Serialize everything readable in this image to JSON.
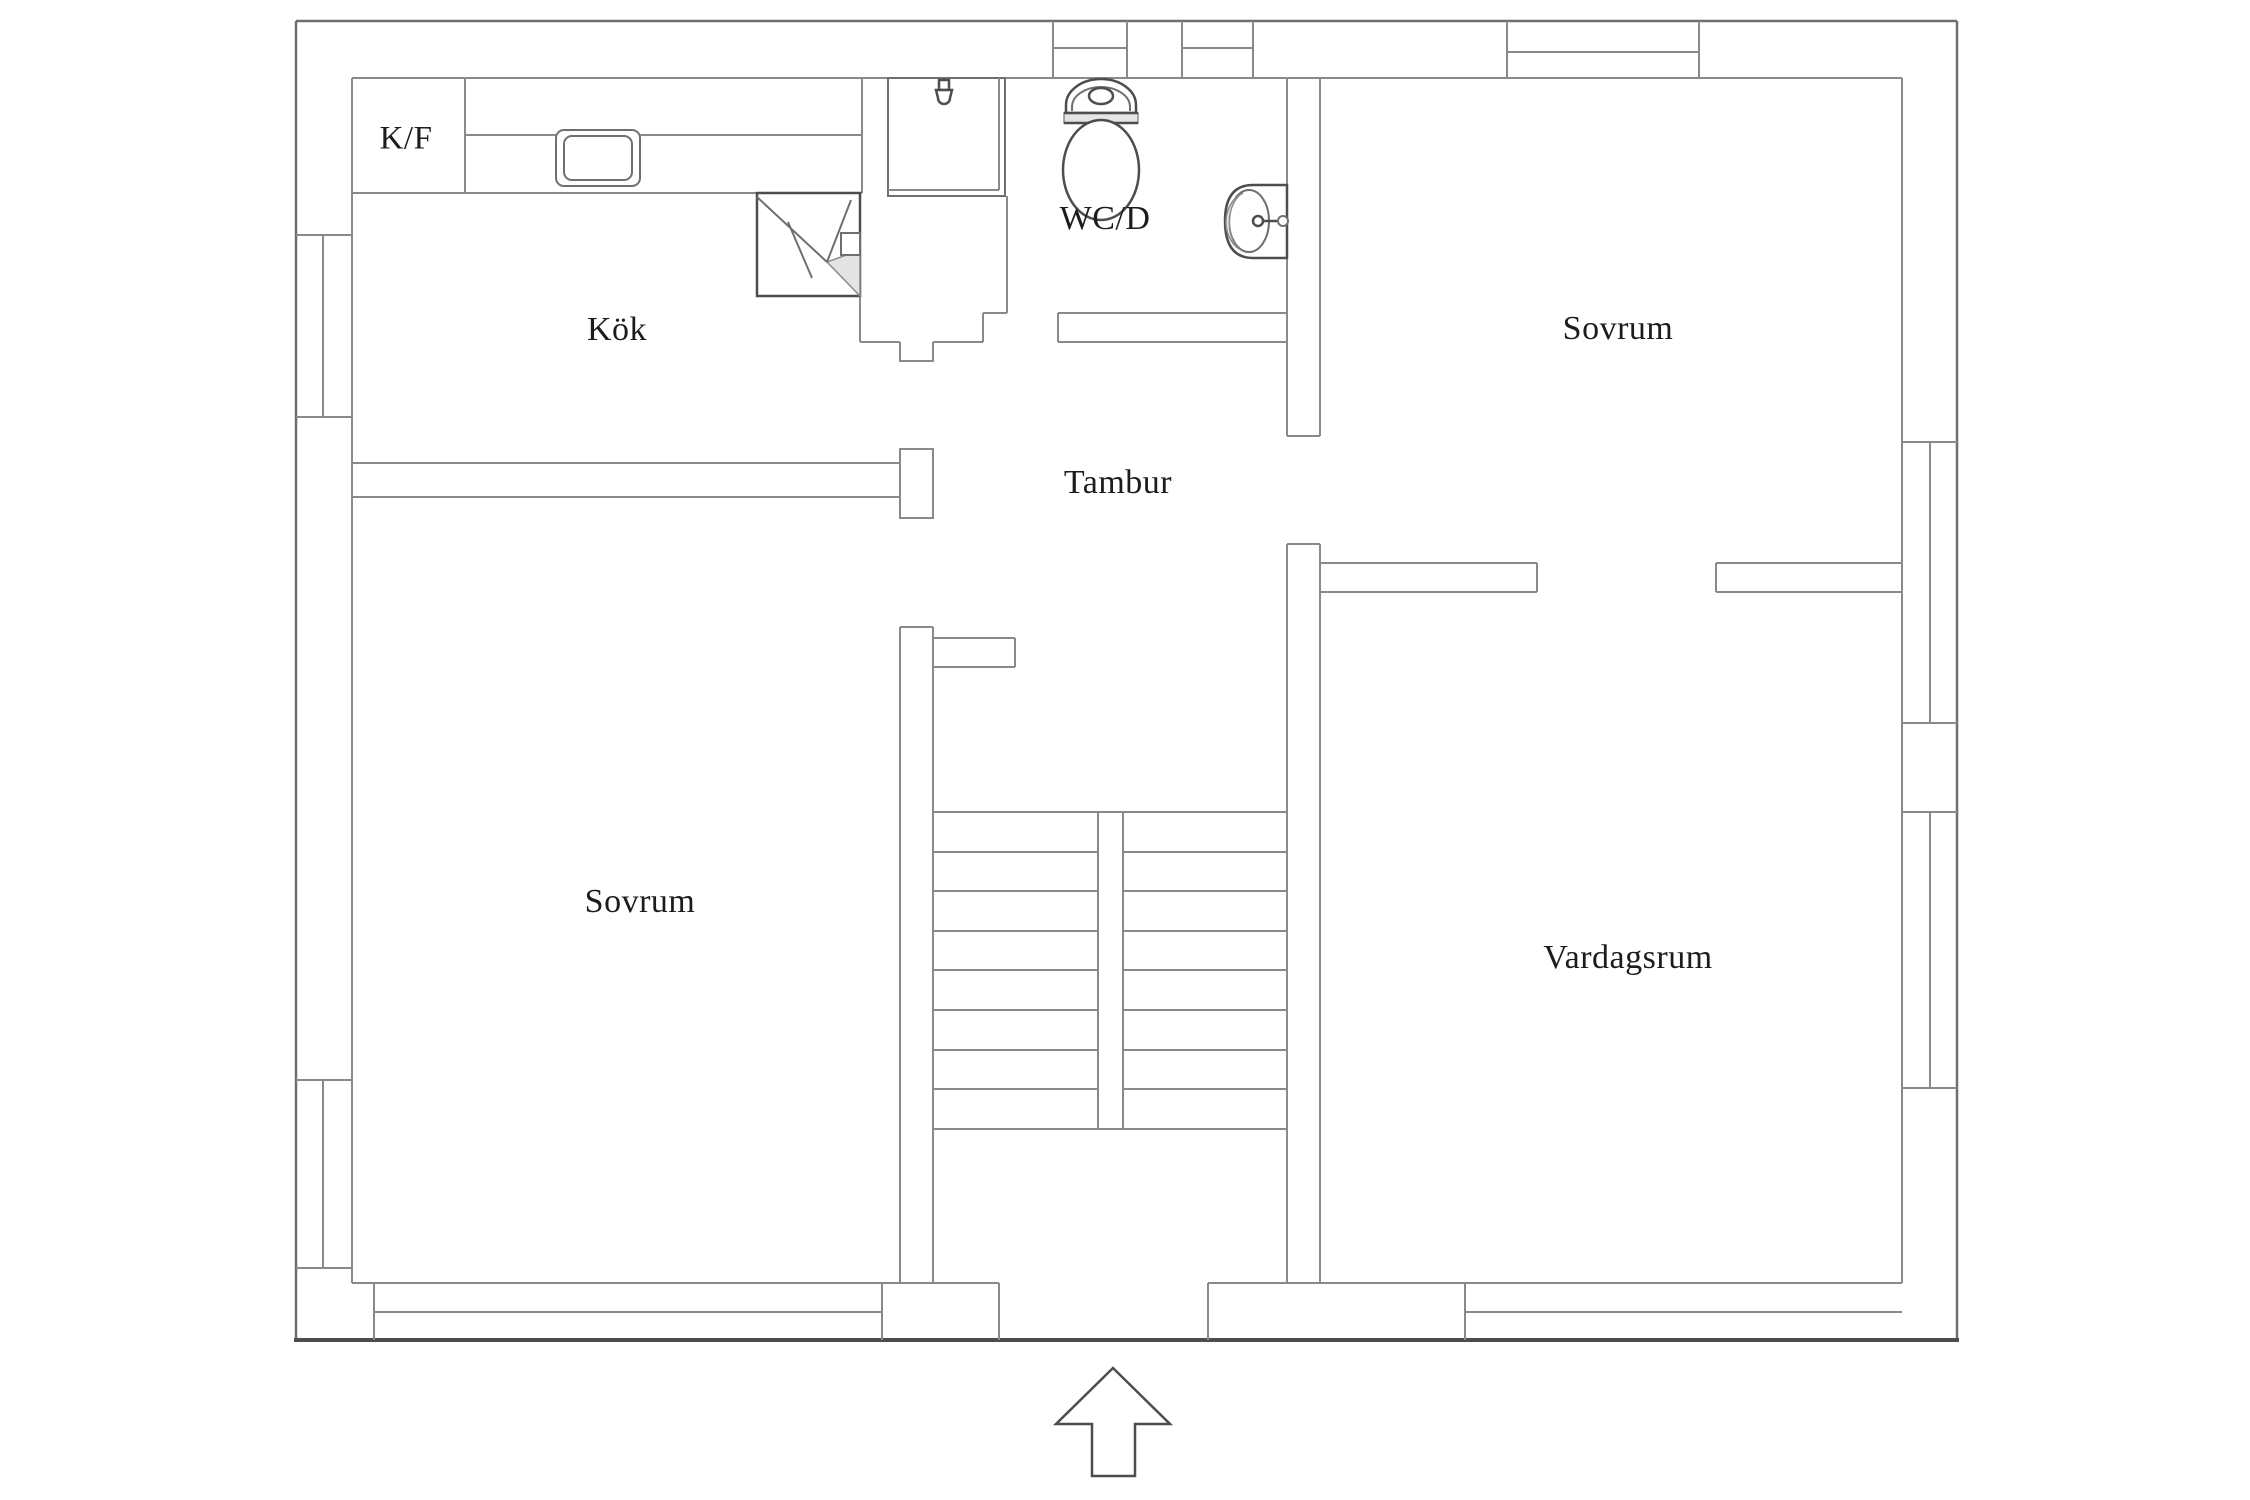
{
  "page": {
    "type": "floor-plan",
    "language": "Swedish",
    "background": "#ffffff"
  },
  "colors": {
    "wall_line": "#8a8a8a",
    "outer_wall_line": "#6f6f6f",
    "dark_line": "#4d4d4d",
    "text": "#1c1c1c",
    "shade": "#e4e4e4",
    "background": "#ffffff"
  },
  "rooms": {
    "kf": {
      "label": "K/F"
    },
    "kok": {
      "label": "Kök"
    },
    "wcd": {
      "label": "WC/D"
    },
    "sovrum_right": {
      "label": "Sovrum"
    },
    "tambur": {
      "label": "Tambur"
    },
    "sovrum_left": {
      "label": "Sovrum"
    },
    "vardagsrum": {
      "label": "Vardagsrum"
    }
  },
  "icons": {
    "kitchen_sink": "kitchen-sink-icon",
    "stove_fireplace": "fireplace-icon",
    "shower": "shower-icon",
    "toilet": "toilet-icon",
    "washbasin": "washbasin-icon",
    "stairs": "staircase",
    "entrance_arrow": "entrance-arrow-icon"
  }
}
